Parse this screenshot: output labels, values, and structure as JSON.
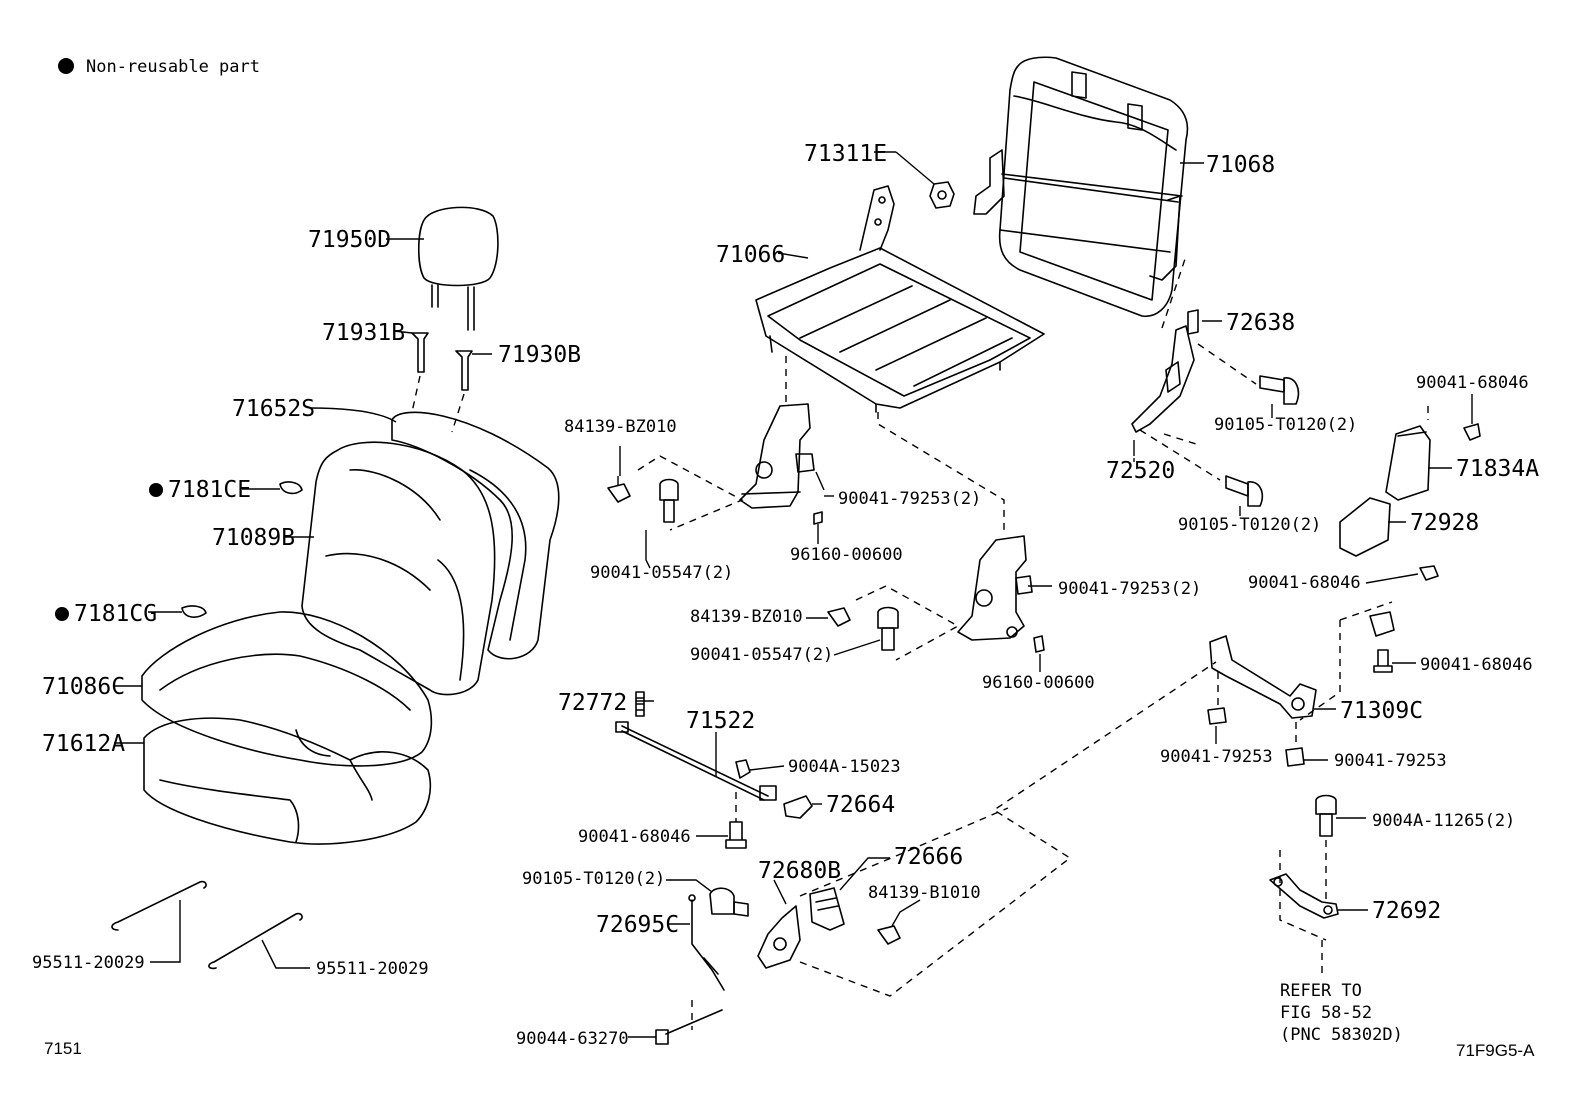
{
  "legend": {
    "text": "Non-reusable part",
    "marker_color": "#000000"
  },
  "parts": [
    {
      "id": "71950D",
      "label": "71950D"
    },
    {
      "id": "71931B",
      "label": "71931B"
    },
    {
      "id": "71930B",
      "label": "71930B"
    },
    {
      "id": "71652S",
      "label": "71652S"
    },
    {
      "id": "7181CE",
      "label": "7181CE",
      "non_reusable": true
    },
    {
      "id": "71089B",
      "label": "71089B"
    },
    {
      "id": "7181CG",
      "label": "7181CG",
      "non_reusable": true
    },
    {
      "id": "71086C",
      "label": "71086C"
    },
    {
      "id": "71612A",
      "label": "71612A"
    },
    {
      "id": "95511-20029-a",
      "label": "95511-20029"
    },
    {
      "id": "95511-20029-b",
      "label": "95511-20029"
    },
    {
      "id": "71311E",
      "label": "71311E"
    },
    {
      "id": "71066",
      "label": "71066"
    },
    {
      "id": "71068",
      "label": "71068"
    },
    {
      "id": "72638",
      "label": "72638"
    },
    {
      "id": "90105-T0120-a",
      "label": "90105-T0120(2)"
    },
    {
      "id": "72520",
      "label": "72520"
    },
    {
      "id": "90105-T0120-b",
      "label": "90105-T0120(2)"
    },
    {
      "id": "90041-68046-a",
      "label": "90041-68046"
    },
    {
      "id": "71834A",
      "label": "71834A"
    },
    {
      "id": "72928",
      "label": "72928"
    },
    {
      "id": "90041-68046-b",
      "label": "90041-68046"
    },
    {
      "id": "90041-68046-c",
      "label": "90041-68046"
    },
    {
      "id": "84139-BZ010-a",
      "label": "84139-BZ010"
    },
    {
      "id": "90041-79253-a",
      "label": "90041-79253(2)"
    },
    {
      "id": "96160-00600-a",
      "label": "96160-00600"
    },
    {
      "id": "90041-05547-a",
      "label": "90041-05547(2)"
    },
    {
      "id": "90041-79253-b",
      "label": "90041-79253(2)"
    },
    {
      "id": "84139-BZ010-b",
      "label": "84139-BZ010"
    },
    {
      "id": "90041-05547-b",
      "label": "90041-05547(2)"
    },
    {
      "id": "96160-00600-b",
      "label": "96160-00600"
    },
    {
      "id": "72772",
      "label": "72772"
    },
    {
      "id": "71522",
      "label": "71522"
    },
    {
      "id": "9004A-15023",
      "label": "9004A-15023"
    },
    {
      "id": "72664",
      "label": "72664"
    },
    {
      "id": "90041-68046-d",
      "label": "90041-68046"
    },
    {
      "id": "71309C",
      "label": "71309C"
    },
    {
      "id": "90041-79253-c",
      "label": "90041-79253"
    },
    {
      "id": "90041-79253-d",
      "label": "90041-79253"
    },
    {
      "id": "9004A-11265",
      "label": "9004A-11265(2)"
    },
    {
      "id": "72692",
      "label": "72692"
    },
    {
      "id": "90105-T0120-c",
      "label": "90105-T0120(2)"
    },
    {
      "id": "72680B",
      "label": "72680B"
    },
    {
      "id": "72666",
      "label": "72666"
    },
    {
      "id": "84139-B1010",
      "label": "84139-B1010"
    },
    {
      "id": "72695C",
      "label": "72695C"
    },
    {
      "id": "90044-63270",
      "label": "90044-63270"
    }
  ],
  "reference_note": [
    "REFER TO",
    "FIG 58-52",
    "(PNC 58302D)"
  ],
  "footer": {
    "left": "7151",
    "right": "71F9G5-A"
  }
}
